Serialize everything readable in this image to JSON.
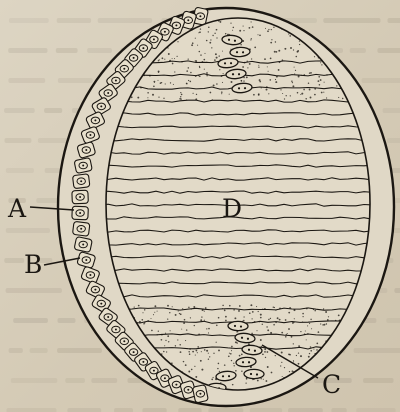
{
  "figure": {
    "labels": {
      "A": "A",
      "B": "B",
      "C": "C",
      "D": "D"
    },
    "colors": {
      "paper": "#d9d0bd",
      "ink": "#1b1712",
      "cell_fill": "#e8e0cc"
    }
  }
}
